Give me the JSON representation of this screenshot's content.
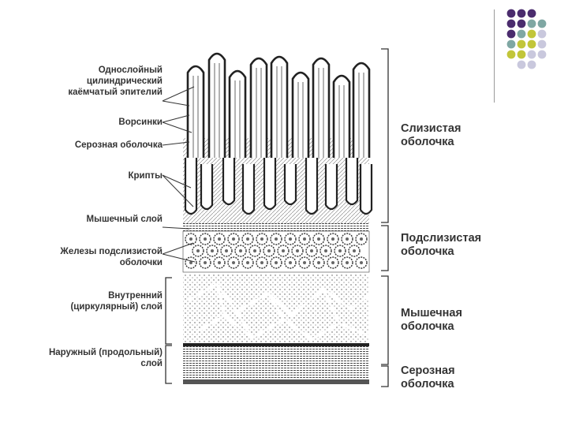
{
  "colors": {
    "purple": "#4b2c6e",
    "teal": "#7fa7a3",
    "olive": "#c2c63a",
    "lavender": "#c9c8dd",
    "ink": "#2a2a2a"
  },
  "left_labels": {
    "epithelium": "Однослойный цилиндрический каёмчатый эпителий",
    "villi": "Ворсинки",
    "serous": "Серозная оболочка",
    "crypts": "Крипты",
    "muscular_layer": "Мышечный слой",
    "glands": "Железы подслизистой оболочки",
    "inner_layer": "Внутренний (циркулярный) слой",
    "outer_layer": "Наружный (продольный) слой"
  },
  "right_labels": {
    "mucosa": "Слизистая оболочка",
    "submucosa": "Подслизистая оболочка",
    "muscularis": "Мышечная оболочка",
    "serosa": "Серозная оболочка"
  }
}
